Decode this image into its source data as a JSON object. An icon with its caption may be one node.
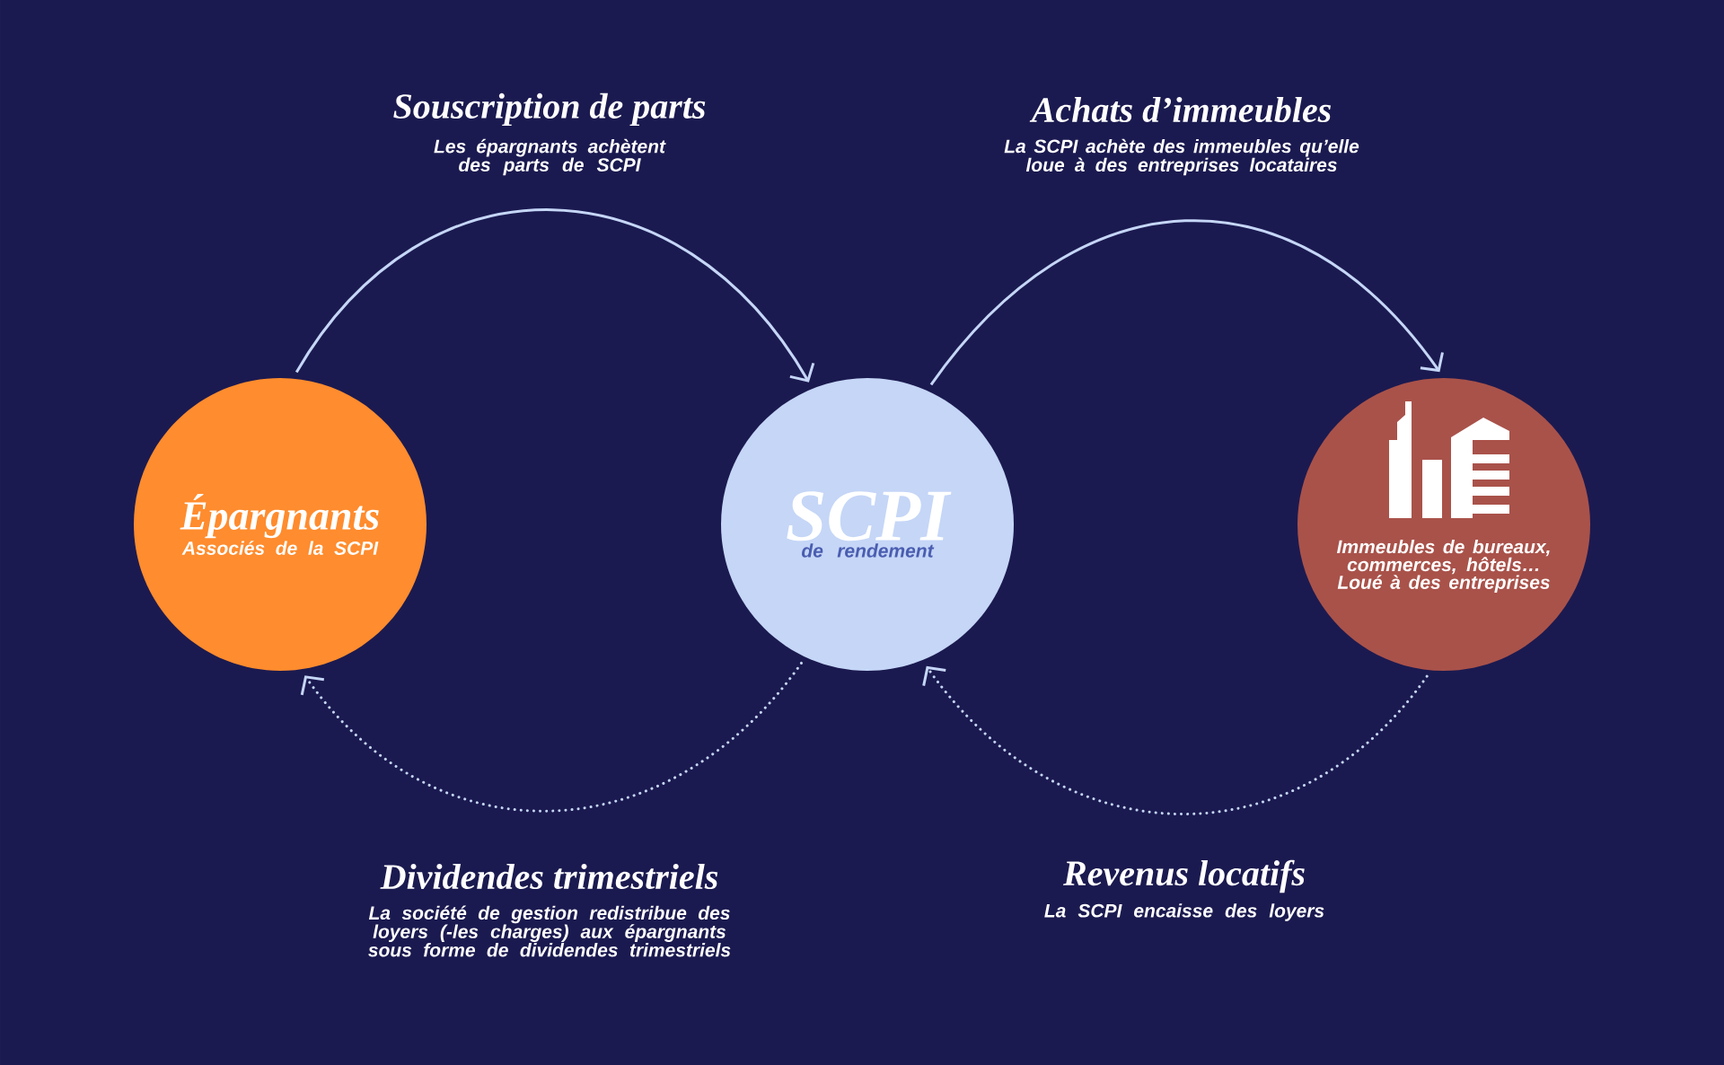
{
  "diagram": {
    "nodes": [
      {
        "text": [
          "Épargnants",
          "Associés de la SCPI"
        ]
      },
      {
        "text": [
          "SCPI",
          "de rendement"
        ]
      },
      {
        "text": [
          "Immeubles de bureaux, commerces, hôtels… Loué à des entreprises"
        ]
      }
    ],
    "edges": [
      {
        "from": 0,
        "to": 1,
        "arrow": "to",
        "label": "Souscription de parts"
      },
      {
        "from": 1,
        "to": 2,
        "arrow": "to",
        "label": "Achats d’immeubles"
      },
      {
        "from": 1,
        "to": 0,
        "arrow": "to",
        "label": "Dividendes trimestriels",
        "style": "dashed"
      },
      {
        "from": 2,
        "to": 1,
        "arrow": "to",
        "label": "Revenus locatifs",
        "style": "dashed"
      }
    ],
    "labels": [
      "Les épargnants achètent des parts de SCPI",
      "La SCPI achète des immeubles qu’elle loue à des entreprises locataires",
      "La société de gestion redistribue des loyers (-les charges) aux épargnants sous forme de dividendes trimestriels",
      "La SCPI encaisse des loyers"
    ]
  }
}
